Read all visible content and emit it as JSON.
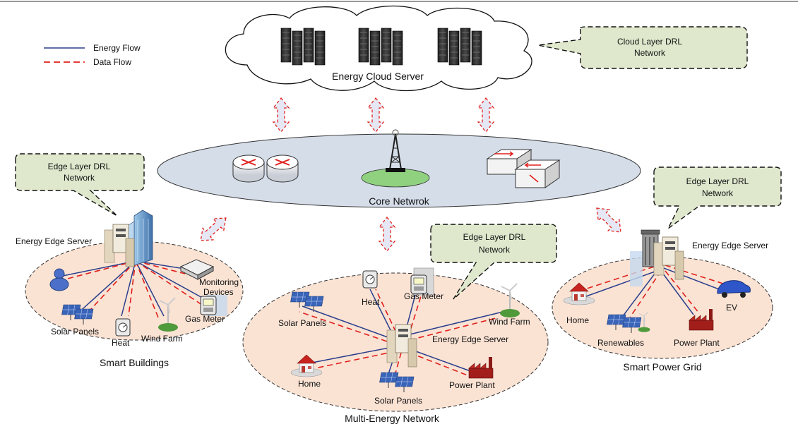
{
  "legend": {
    "energy_flow": "Energy Flow",
    "data_flow": "Data Flow"
  },
  "colors": {
    "energy": "#2b3f8c",
    "data": "#e0201c",
    "cloud_fill": "#ffffff",
    "core_fill": "#d5dde9",
    "callout_fill": "#dfe8cd",
    "region_fill": "#fbe3d4"
  },
  "cloud": {
    "label": "Energy Cloud Server",
    "callout_line1": "Cloud Layer DRL",
    "callout_line2": "Network"
  },
  "core": {
    "label": "Core Netwrok"
  },
  "left_region": {
    "title": "Smart Buildings",
    "callout_line1": "Edge Layer DRL",
    "callout_line2": "Network",
    "edge_server": "Energy Edge Server",
    "monitoring_line1": "Monitoring",
    "monitoring_line2": "Devices",
    "gas_meter": "Gas Meter",
    "solar": "Solar Panels",
    "heat": "Heat",
    "wind": "Wind Farm"
  },
  "mid_region": {
    "title": "Multi-Energy Network",
    "callout_line1": "Edge Layer DRL",
    "callout_line2": "Network",
    "heat": "Heat",
    "gas_meter": "Gas Meter",
    "solar_top": "Solar Panels",
    "wind": "Wind Farm",
    "edge_server": "Energy Edge Server",
    "home": "Home",
    "solar_bottom": "Solar Panels",
    "power_plant": "Power Plant"
  },
  "right_region": {
    "title": "Smart Power Grid",
    "callout_line1": "Edge Layer DRL",
    "callout_line2": "Network",
    "edge_server": "Energy Edge Server",
    "home": "Home",
    "ev": "EV",
    "renewables": "Renewables",
    "power_plant": "Power Plant"
  }
}
